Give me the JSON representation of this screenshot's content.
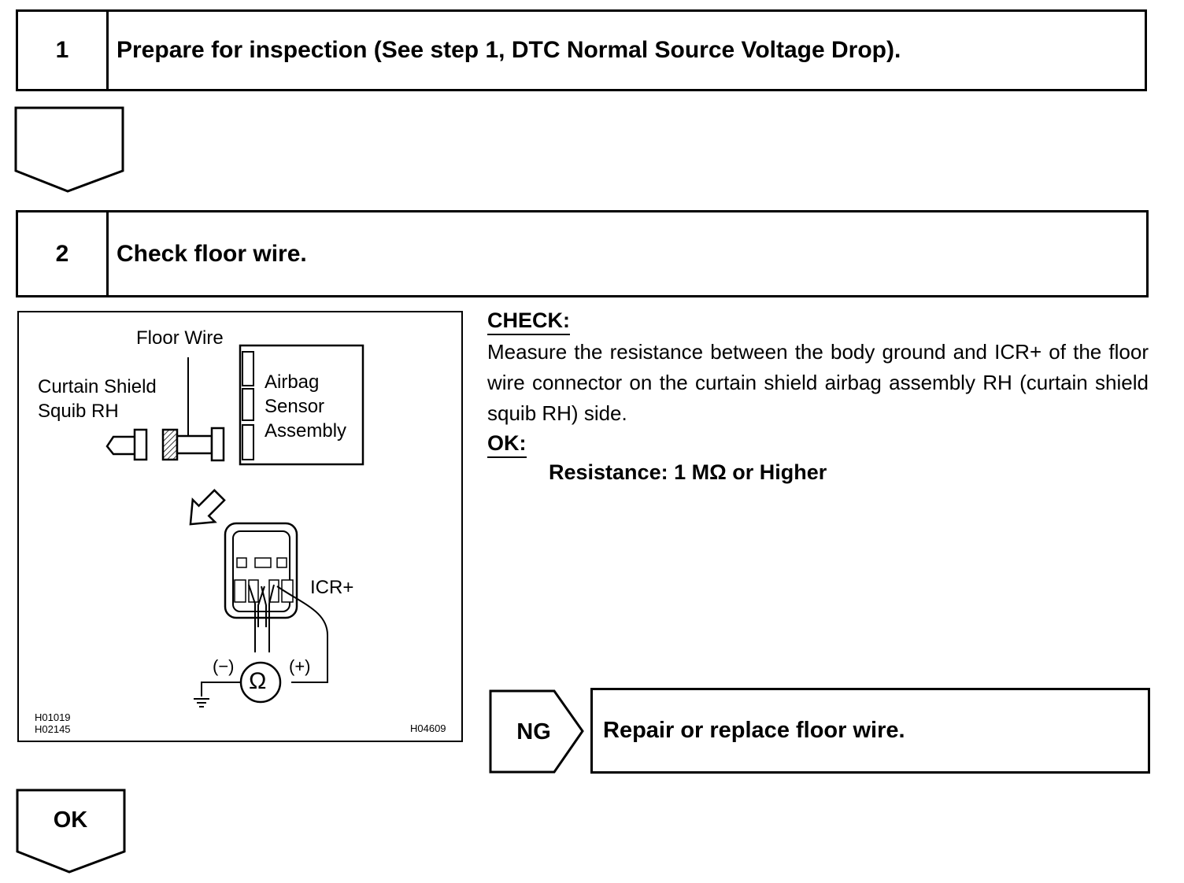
{
  "steps": [
    {
      "number": "1",
      "title": "Prepare for inspection (See step 1, DTC Normal Source Voltage Drop)."
    },
    {
      "number": "2",
      "title": "Check floor wire."
    }
  ],
  "figure": {
    "floor_wire": "Floor Wire",
    "curtain_shield": "Curtain Shield\nSquib RH",
    "airbag_sensor": "Airbag\nSensor\nAssembly",
    "icr": "ICR+",
    "minus": "(−)",
    "plus": "(+)",
    "ohm": "Ω",
    "codes_left": "H01019\nH02145",
    "code_right": "H04609"
  },
  "check": {
    "heading": "CHECK:",
    "text": "Measure the resistance between the body ground and ICR+ of the floor wire connector on the curtain shield airbag assembly RH (curtain shield squib RH) side.",
    "ok_heading": "OK:",
    "spec": "Resistance: 1 MΩ or Higher"
  },
  "ng": {
    "label": "NG",
    "result": "Repair or replace floor wire."
  },
  "ok": {
    "label": "OK"
  }
}
